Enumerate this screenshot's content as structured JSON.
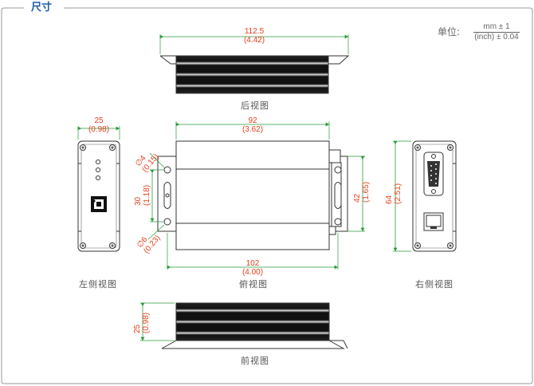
{
  "title": "尺寸",
  "unit": {
    "label": "单位:",
    "numerator": "mm ± 1",
    "denominator": "(inch) ± 0.04"
  },
  "views": {
    "rear": "后视图",
    "left": "左侧视图",
    "top": "俯视图",
    "right": "右侧视图",
    "front": "前视图"
  },
  "dimensions": {
    "rear_width_mm": "112.5",
    "rear_width_in": "(4.42)",
    "left_width_mm": "25",
    "left_width_in": "(0.98)",
    "top_width_mm": "92",
    "top_width_in": "(3.62)",
    "top_base_mm": "102",
    "top_base_in": "(4.00)",
    "hole_dia_mm": "∅4",
    "hole_dia_in": "(0.15)",
    "hole_dia2_mm": "∅6",
    "hole_dia2_in": "(0.23)",
    "hole_spacing_mm": "30",
    "hole_spacing_in": "(1.18)",
    "height_42_mm": "42",
    "height_42_in": "(1.65)",
    "right_height_mm": "64",
    "right_height_in": "(2.51)",
    "front_height_mm": "25",
    "front_height_in": "(0.98)"
  },
  "colors": {
    "border": "#9a9a9a",
    "dimension": "#2a9a3a",
    "dimension_text": "#e8401c",
    "title": "#1a5fa8"
  }
}
